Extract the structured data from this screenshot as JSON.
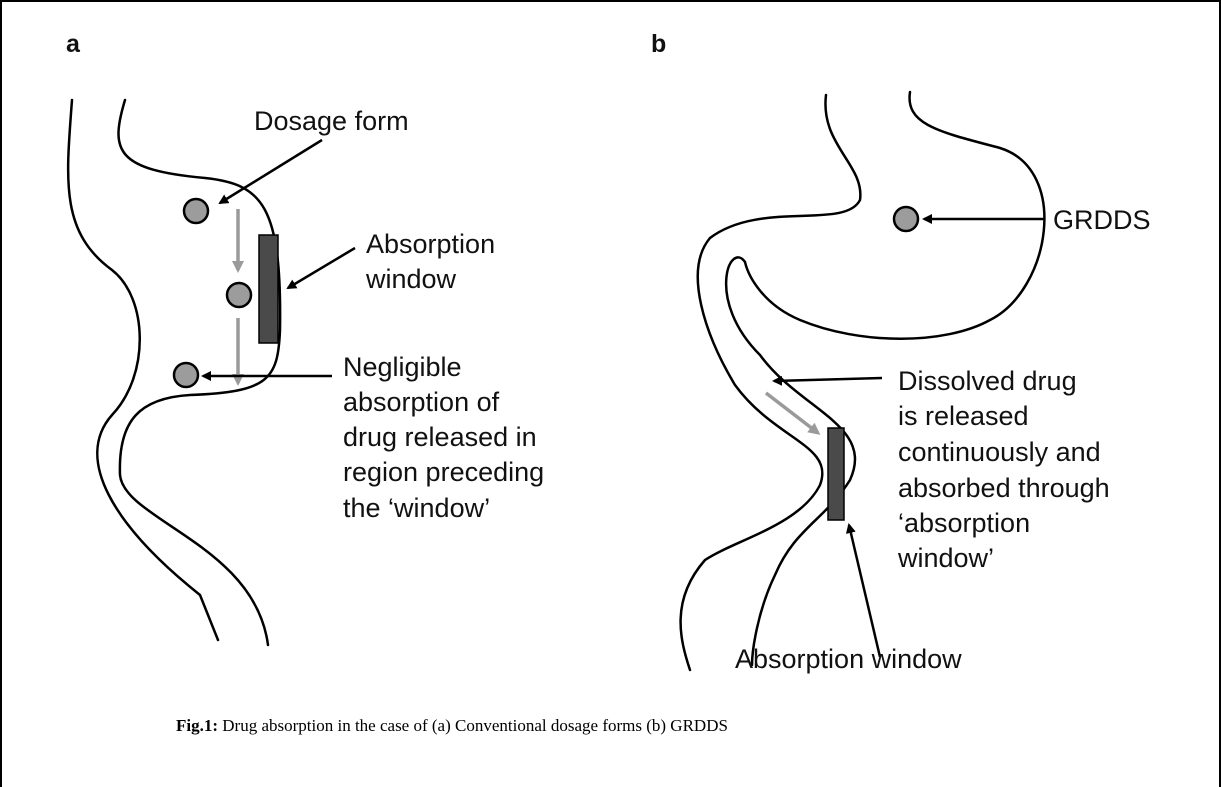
{
  "panels": {
    "a": {
      "letter": "a",
      "labels": {
        "dosage_form": "Dosage form",
        "absorption_window_line1": "Absorption",
        "absorption_window_line2": "window",
        "negligible_lines": [
          "Negligible",
          "absorption of",
          "drug released in",
          "region preceding",
          "the ‘window’"
        ]
      }
    },
    "b": {
      "letter": "b",
      "labels": {
        "grdds": "GRDDS",
        "dissolved_lines": [
          "Dissolved drug",
          "is released",
          "continuously and",
          "absorbed through",
          "‘absorption",
          "window’"
        ],
        "absorption_window": "Absorption window"
      }
    }
  },
  "caption": {
    "prefix": "Fig.1:",
    "text": " Drug absorption in the case of  (a) Conventional dosage forms (b) GRDDS"
  },
  "colors": {
    "pill": "#9c9c9c",
    "window": "#4a4a4a",
    "flow_arrow": "#9a9a9a"
  }
}
